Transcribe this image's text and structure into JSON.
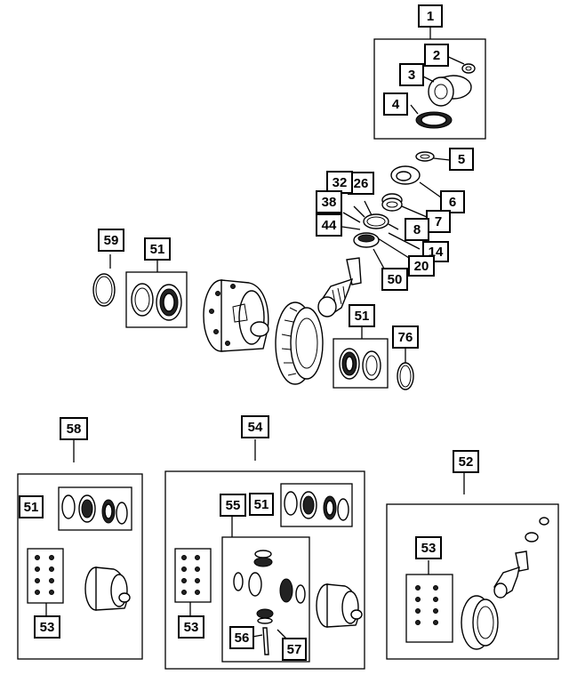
{
  "diagram": {
    "callouts": {
      "c1": "1",
      "c2": "2",
      "c3": "3",
      "c4": "4",
      "c5": "5",
      "c6": "6",
      "c7": "7",
      "c8": "8",
      "c14": "14",
      "c20": "20",
      "c26": "26",
      "c32": "32",
      "c38": "38",
      "c44": "44",
      "c50": "50",
      "c51_left": "51",
      "c51_mid": "51",
      "c59": "59",
      "c76": "76",
      "c58": "58",
      "c51_k58": "51",
      "c53_k58": "53",
      "c54": "54",
      "c51_k54": "51",
      "c55": "55",
      "c53_k54": "53",
      "c56": "56",
      "c57": "57",
      "c52": "52",
      "c53_k52": "53"
    }
  }
}
